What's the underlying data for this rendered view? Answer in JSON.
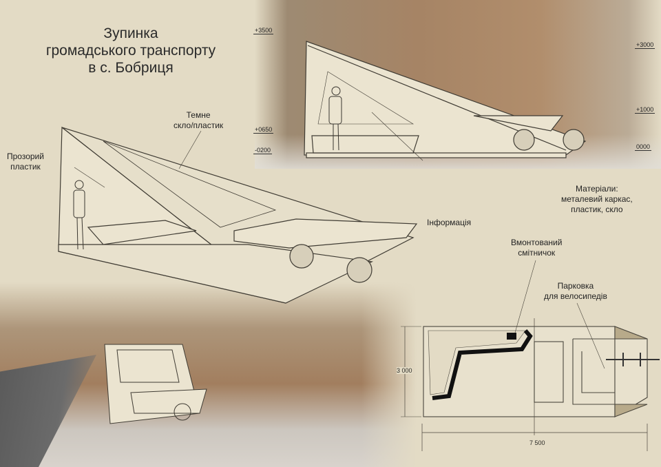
{
  "title": [
    "Зупинка",
    "громадського транспорту",
    "в с. Бобриця"
  ],
  "labels": {
    "dark_glass": [
      "Темне",
      "скло/пластик"
    ],
    "clear_plastic": [
      "Прозорий",
      "пластик"
    ],
    "information": "Інформація",
    "materials": [
      "Матеріали:",
      "металевий каркас,",
      "пластик, скло"
    ],
    "trash_bin": [
      "Вмонтований",
      "смітничок"
    ],
    "bike_parking": [
      "Парковка",
      "для велосипедів"
    ]
  },
  "elevation_levels": {
    "left": [
      "+3500",
      "+0650",
      "-0200"
    ],
    "right": [
      "+3000",
      "+1000",
      "0000"
    ]
  },
  "dimensions": {
    "width": "7 500",
    "depth": "3 000"
  },
  "colors": {
    "paper": "#e3dbc5",
    "line": "#4a463d",
    "panel": "#e9e2cf"
  }
}
